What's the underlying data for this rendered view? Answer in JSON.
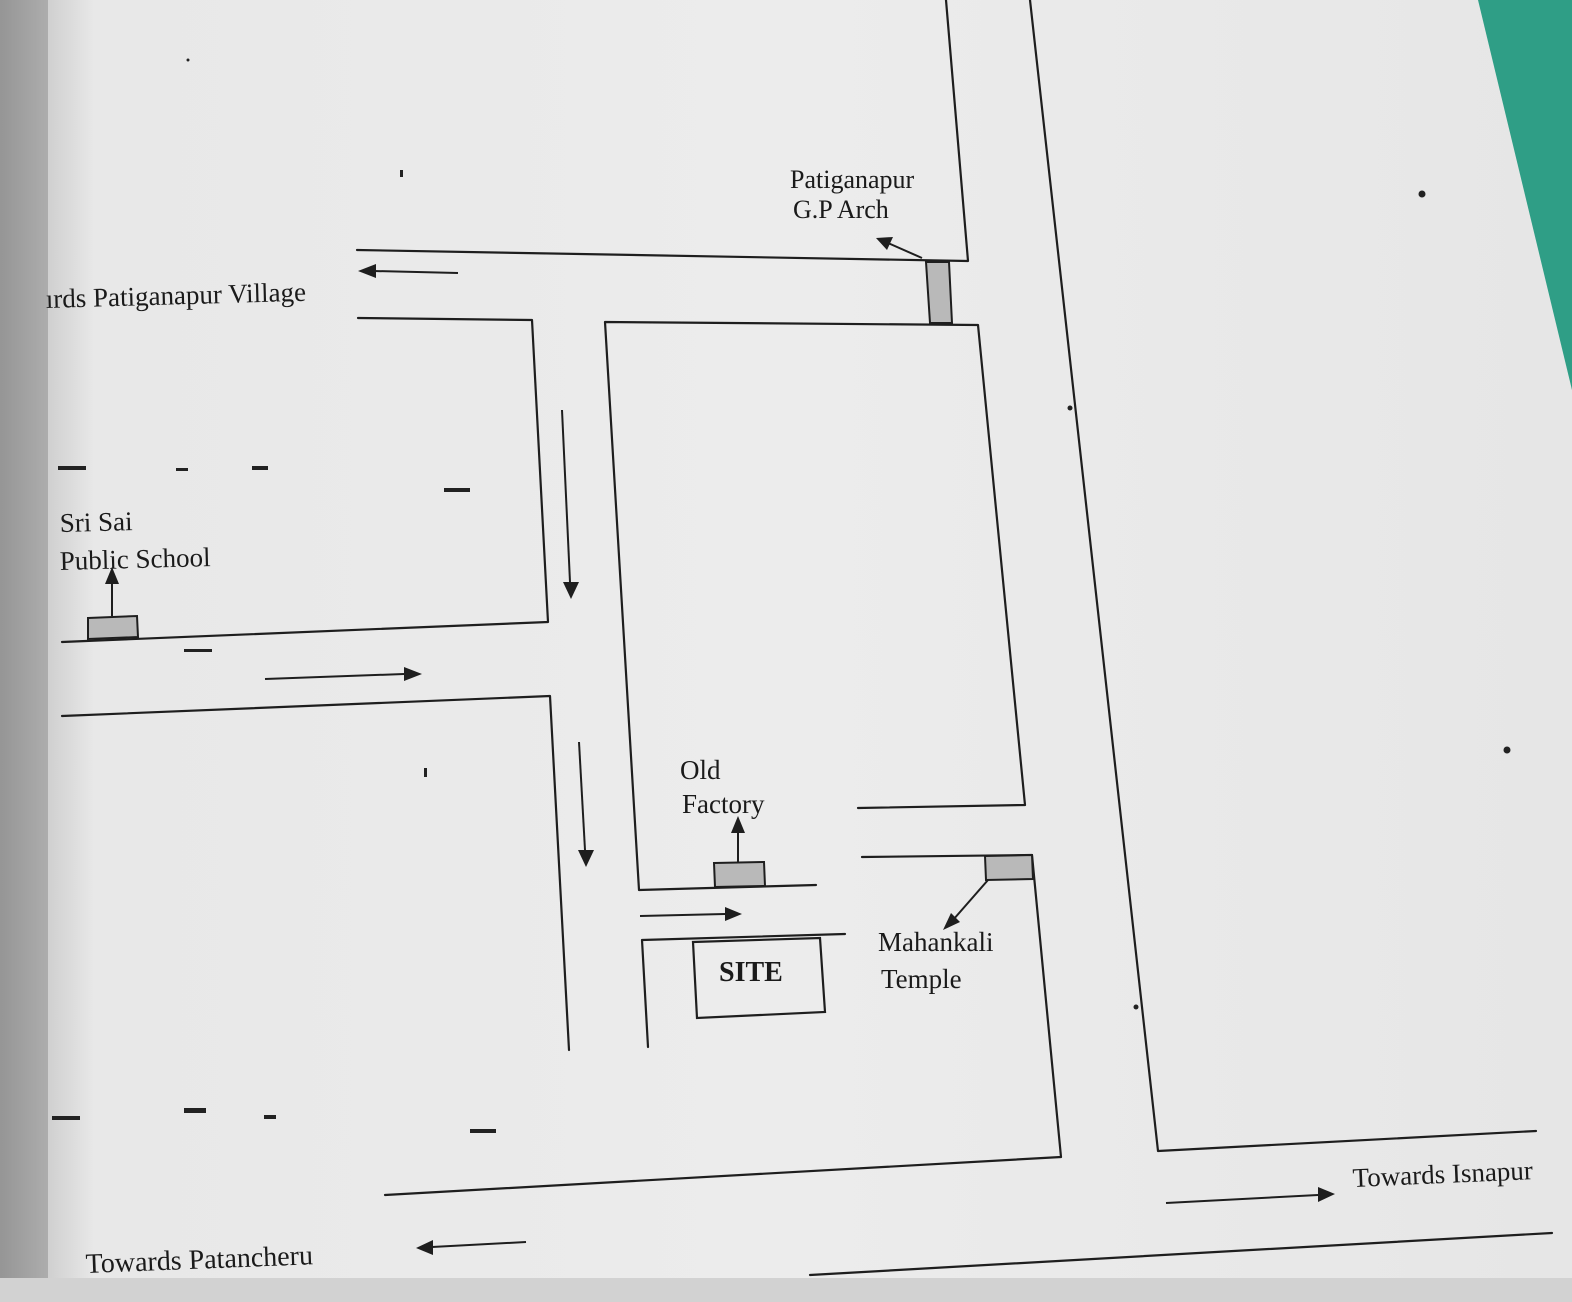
{
  "labels": {
    "village": "ırds Patiganapur Village",
    "arch_1": "Patiganapur",
    "arch_2": "G.P Arch",
    "school_1": "Sri Sai",
    "school_2": "Public School",
    "factory_1": "Old",
    "factory_2": "Factory",
    "site": "SITE",
    "temple_1": "Mahankali",
    "temple_2": "Temple",
    "isnapur": "Towards Isnapur",
    "patancheru": "Towards Patancheru"
  },
  "colors": {
    "paper": "#ececec",
    "ink": "#1e1e1e",
    "landmark_fill": "#b9b9b9",
    "teal_edge": "#2f9e86"
  }
}
